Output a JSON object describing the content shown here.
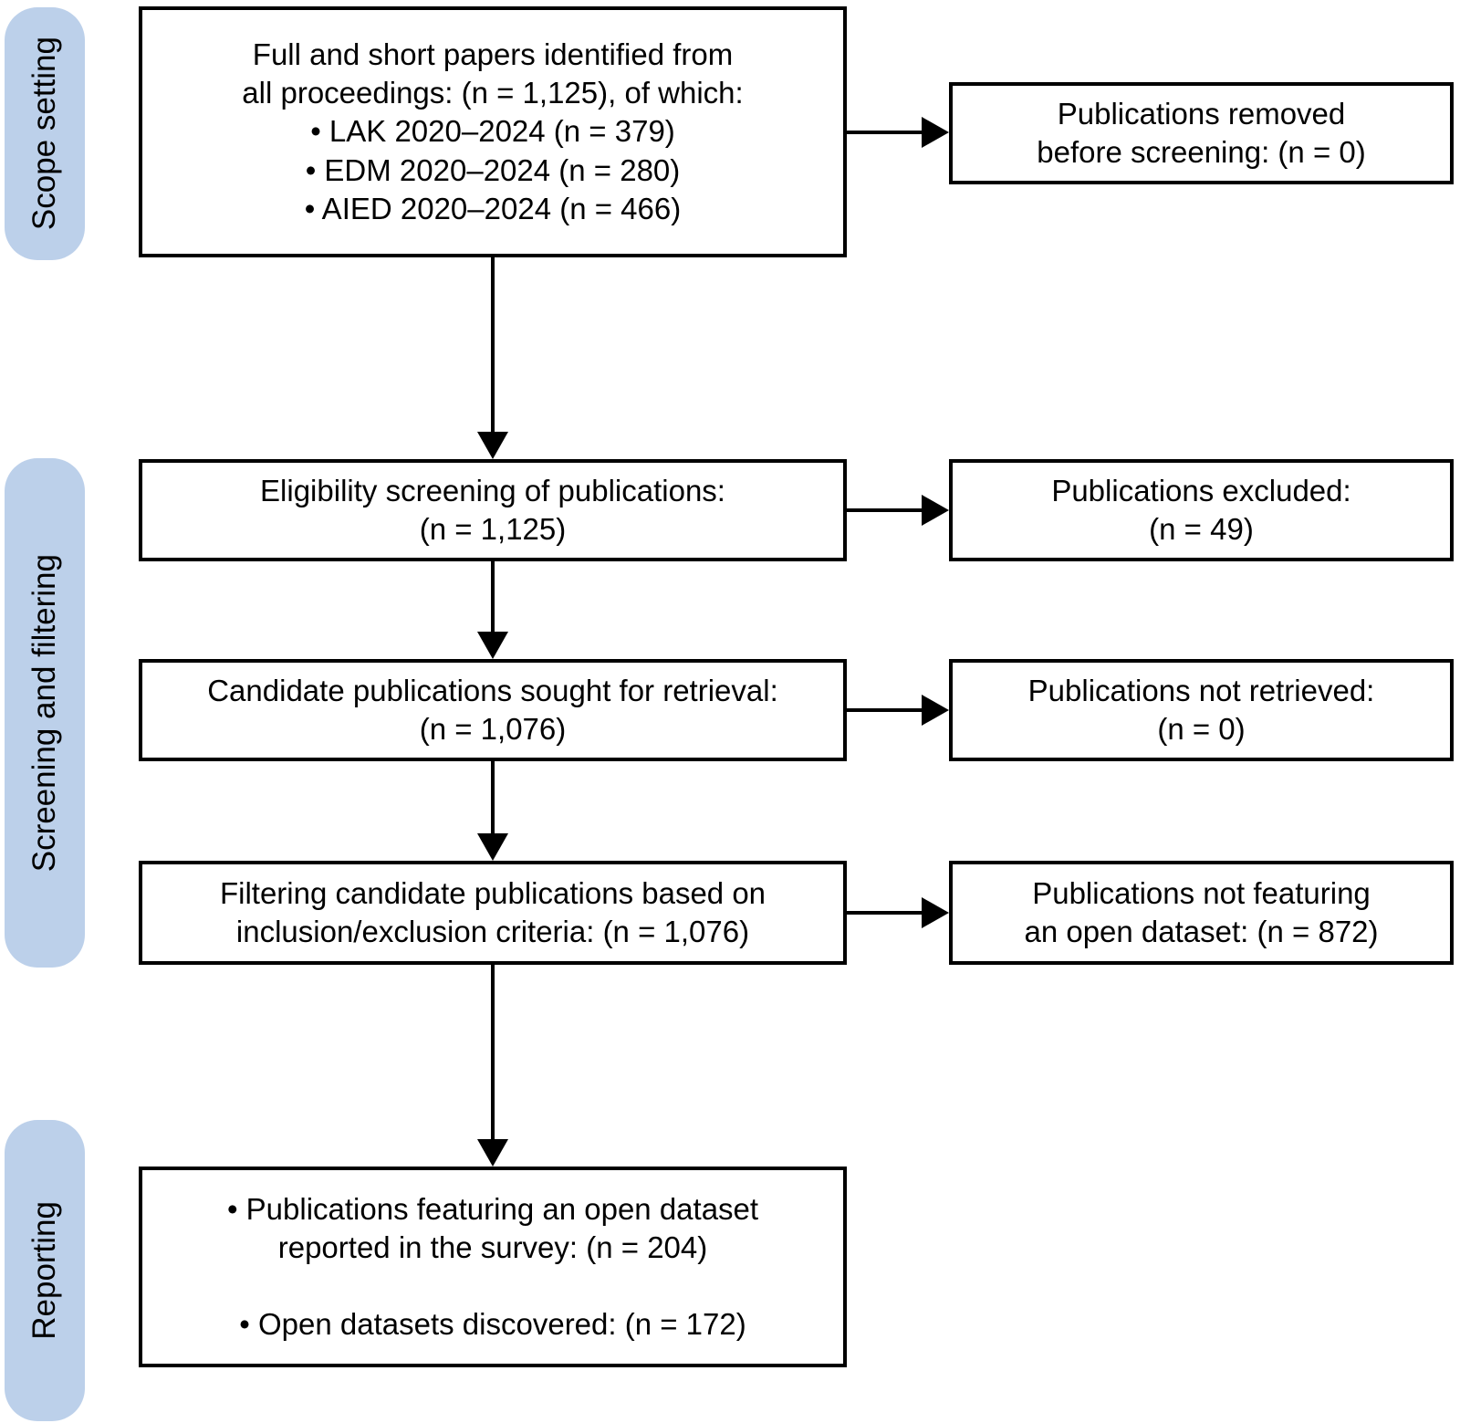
{
  "colors": {
    "stage_fill": "#bcd0ea",
    "box_border": "#000000",
    "text": "#000000",
    "background": "#ffffff"
  },
  "stages": [
    {
      "label": "Scope setting"
    },
    {
      "label": "Screening and filtering"
    },
    {
      "label": "Reporting"
    }
  ],
  "main_boxes": [
    {
      "name": "identification",
      "lines": [
        "Full and short papers identified from",
        "all proceedings: (n = 1,125), of which:",
        "• LAK 2020–2024 (n = 379)",
        "• EDM 2020–2024 (n = 280)",
        "• AIED 2020–2024 (n = 466)"
      ]
    },
    {
      "name": "eligibility-screening",
      "lines": [
        "Eligibility screening of publications:",
        "(n = 1,125)"
      ]
    },
    {
      "name": "retrieval",
      "lines": [
        "Candidate publications sought for retrieval:",
        "(n = 1,076)"
      ]
    },
    {
      "name": "filtering",
      "lines": [
        "Filtering candidate publications based on",
        "inclusion/exclusion criteria: (n = 1,076)"
      ]
    },
    {
      "name": "reporting-results",
      "lines": [
        "• Publications featuring an open dataset",
        "reported in the survey: (n = 204)",
        "• Open datasets discovered: (n = 172)"
      ]
    }
  ],
  "side_boxes": [
    {
      "name": "removed-before-screening",
      "lines": [
        "Publications removed",
        "before screening: (n = 0)"
      ]
    },
    {
      "name": "excluded",
      "lines": [
        "Publications excluded:",
        "(n = 49)"
      ]
    },
    {
      "name": "not-retrieved",
      "lines": [
        "Publications not retrieved:",
        "(n = 0)"
      ]
    },
    {
      "name": "not-featuring-open-dataset",
      "lines": [
        "Publications not featuring",
        "an open dataset: (n = 872)"
      ]
    }
  ]
}
